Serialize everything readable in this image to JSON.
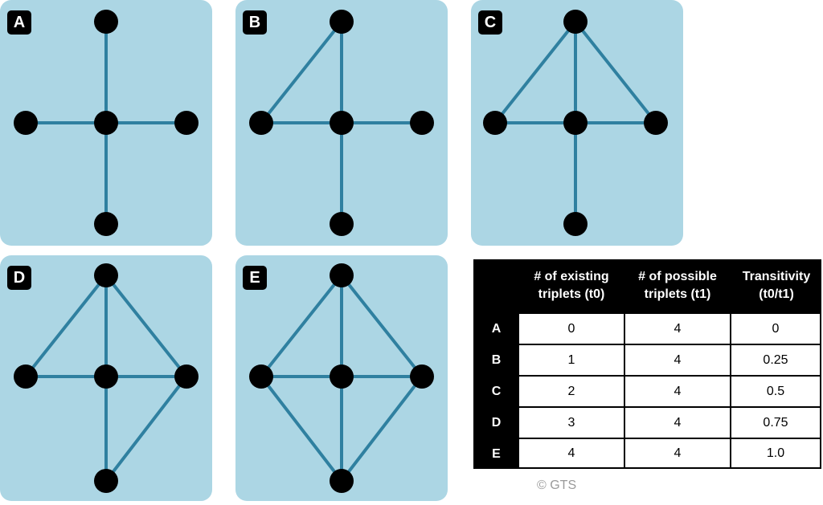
{
  "panels": {
    "a": {
      "label": "A"
    },
    "b": {
      "label": "B"
    },
    "c": {
      "label": "C"
    },
    "d": {
      "label": "D"
    },
    "e": {
      "label": "E"
    }
  },
  "table": {
    "headers": [
      "# of existing triplets (t0)",
      "# of possible triplets (t1)",
      "Transitivity (t0/t1)"
    ],
    "rows": [
      {
        "label": "A",
        "existing": "0",
        "possible": "4",
        "transitivity": "0"
      },
      {
        "label": "B",
        "existing": "1",
        "possible": "4",
        "transitivity": "0.25"
      },
      {
        "label": "C",
        "existing": "2",
        "possible": "4",
        "transitivity": "0.5"
      },
      {
        "label": "D",
        "existing": "3",
        "possible": "4",
        "transitivity": "0.75"
      },
      {
        "label": "E",
        "existing": "4",
        "possible": "4",
        "transitivity": "1.0"
      }
    ]
  },
  "copyright": "© GTS",
  "colors": {
    "panel": "#acd6e4",
    "edge": "#2f80a0",
    "node": "#000000"
  }
}
